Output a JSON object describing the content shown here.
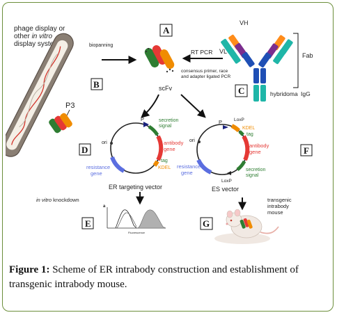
{
  "caption": {
    "figure_word": "Figure 1:",
    "text": "Scheme of ER intrabody construction and establishment of transgenic intrabody mouse."
  },
  "panels": {
    "A": "A",
    "B": "B",
    "C": "C",
    "D": "D",
    "E": "E",
    "F": "F",
    "G": "G"
  },
  "phage": {
    "line1": "phage display or",
    "line2_a": "other ",
    "line2_b": "in vitro",
    "line3": "display systems",
    "biopanning": "biopanning",
    "p3": "P3"
  },
  "scfv": {
    "label": "scFv"
  },
  "antibody": {
    "vh": "VH",
    "vl": "VL",
    "fab": "Fab",
    "hybridoma": "hybridoma",
    "igg": "IgG",
    "rtpcr": "RT PCR",
    "consensus1": "consensus primer, race",
    "consensus2": "and adapter ligated PCR"
  },
  "er_vector": {
    "p": "P",
    "secretion1": "secretion",
    "secretion2": "signal",
    "antibody1": "antibody",
    "antibody2": "gene",
    "tag": "tag",
    "kdel": "KDEL",
    "ori": "ori",
    "resist1": "resistance",
    "resist2": "gene",
    "title": "ER targeting vector"
  },
  "es_vector": {
    "p": "P",
    "loxp_top": "LoxP",
    "kdel": "KDEL",
    "tag": "tag",
    "antibody1": "antibody",
    "antibody2": "gene",
    "ori": "ori",
    "resist1": "resistance",
    "resist2": "gene",
    "secretion1": "secretion",
    "secretion2": "signal",
    "loxp_bottom": "LoxP",
    "title": "ES vector"
  },
  "knockdown": {
    "label_a": "in vitro",
    "label_b": " knockdown",
    "axis_a": "a",
    "xlabel": "Fluorescence"
  },
  "mouse": {
    "line1": "transgenic",
    "line2": "intrabody",
    "line3": "mouse"
  },
  "colors": {
    "frame": "#6b8e3a",
    "secretion": "#2e7d32",
    "antibody_gene": "#e53935",
    "kdel": "#f08c00",
    "resistance": "#5b6ee0",
    "vh_chain_1": "#ff8c1a",
    "vh_chain_2": "#7b2d8e",
    "vh_chain_3": "#1f4fb5",
    "vl_chain": "#1fb6a8"
  }
}
